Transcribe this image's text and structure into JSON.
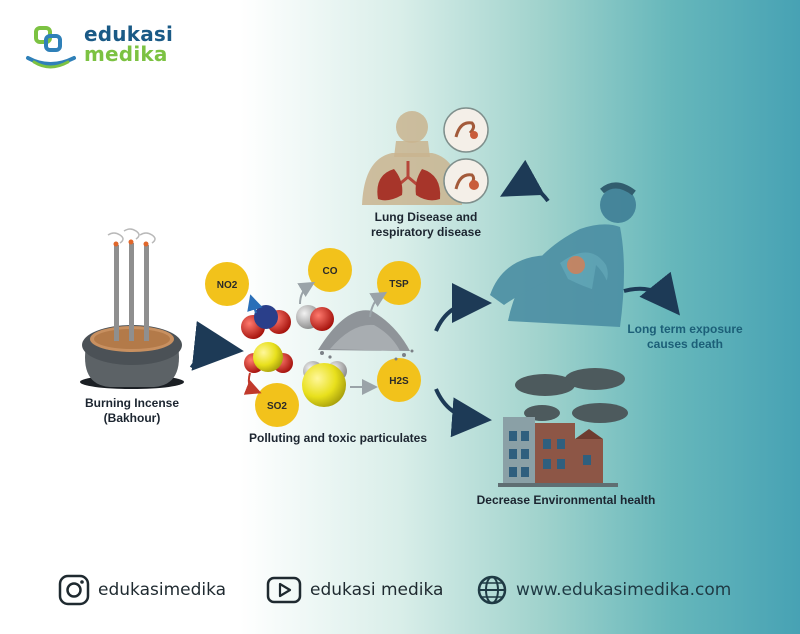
{
  "brand": {
    "line1": "edukasi",
    "line2": "medika"
  },
  "diagram": {
    "source_label": "Burning Incense\n(Bakhour)",
    "particulates_label": "Polluting and toxic particulates",
    "lung_label": "Lung Disease and\nrespiratory disease",
    "death_label": "Long term exposure\ncauses death",
    "env_label": "Decrease Environmental health",
    "particles": {
      "no2": "NO2",
      "co": "CO",
      "tsp": "TSP",
      "so2": "SO2",
      "h2s": "H2S"
    }
  },
  "footer": {
    "instagram": "edukasimedika",
    "youtube": "edukasi medika",
    "website": "www.edukasimedika.com"
  },
  "colors": {
    "particle_yellow": "#f2c21b",
    "arrow_navy": "#1d3a56",
    "brand_blue": "#1a5a86",
    "brand_green": "#7cc242"
  }
}
